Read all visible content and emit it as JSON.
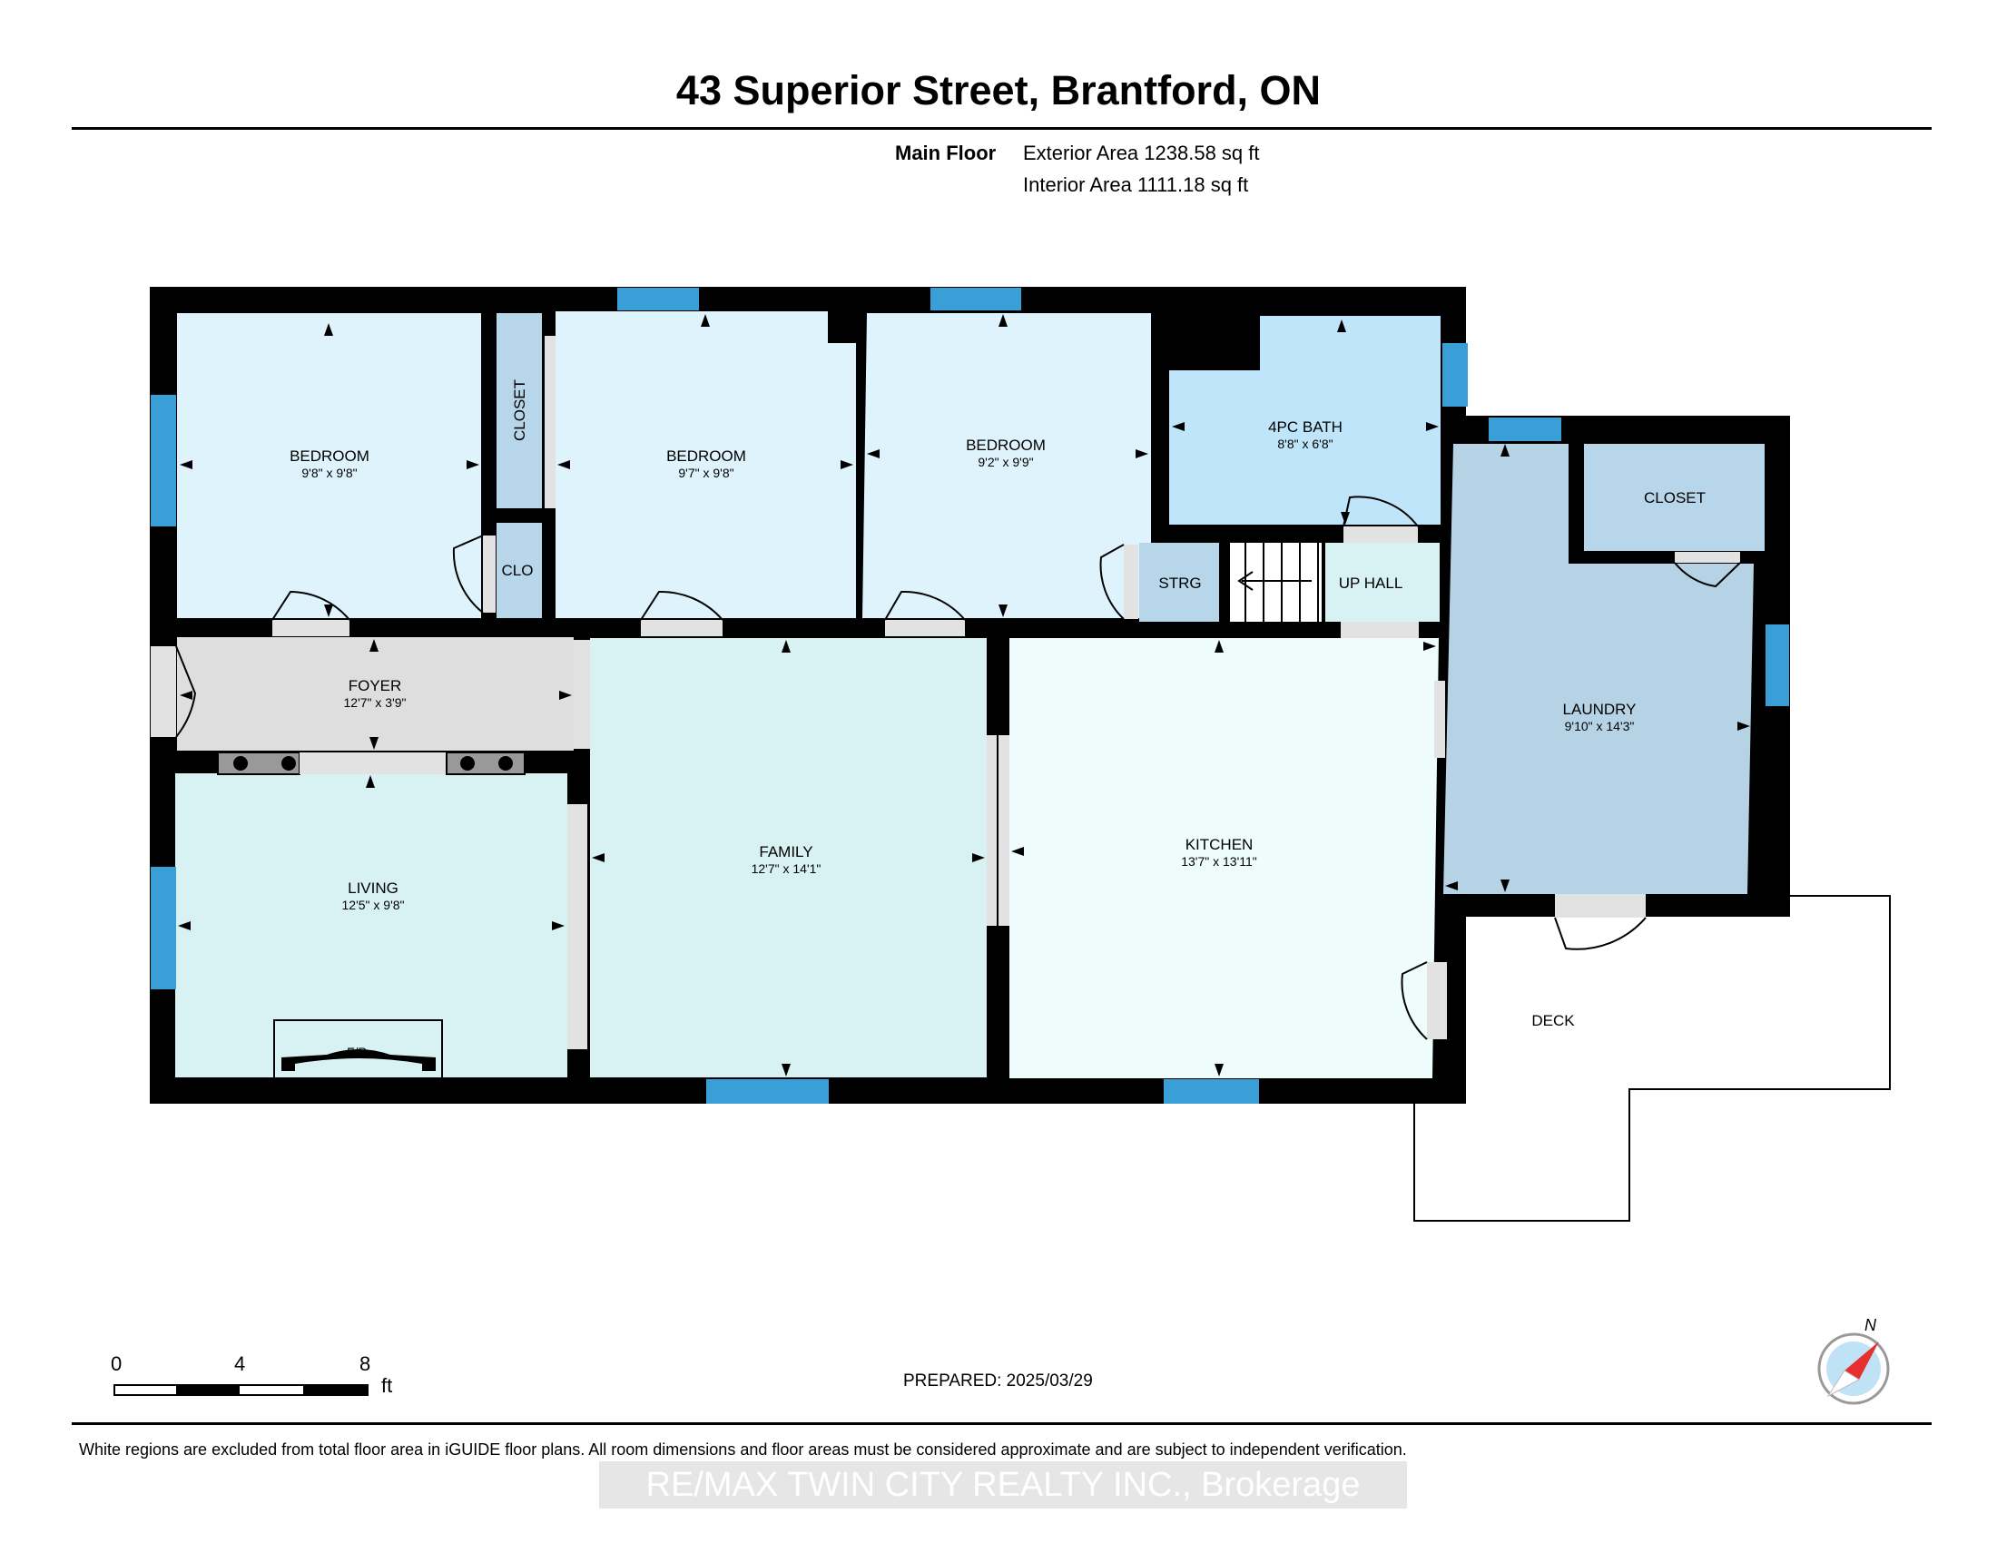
{
  "title": "43 Superior Street, Brantford, ON",
  "floor": {
    "name": "Main Floor",
    "exterior_area": "Exterior Area 1238.58 sq ft",
    "interior_area": "Interior Area 1111.18 sq ft"
  },
  "rooms": {
    "bedroom1": {
      "name": "BEDROOM",
      "dims": "9'8\" x 9'8\""
    },
    "closet1": {
      "name": "CLOSET"
    },
    "clo": {
      "name": "CLO"
    },
    "bedroom2": {
      "name": "BEDROOM",
      "dims": "9'7\" x 9'8\""
    },
    "bedroom3": {
      "name": "BEDROOM",
      "dims": "9'2\" x 9'9\""
    },
    "bath": {
      "name": "4PC BATH",
      "dims": "8'8\" x 6'8\""
    },
    "strg": {
      "name": "STRG"
    },
    "uphall": {
      "name": "UP HALL"
    },
    "closet2": {
      "name": "CLOSET"
    },
    "foyer": {
      "name": "FOYER",
      "dims": "12'7\" x 3'9\""
    },
    "laundry": {
      "name": "LAUNDRY",
      "dims": "9'10\" x 14'3\""
    },
    "living": {
      "name": "LIVING",
      "dims": "12'5\" x 9'8\""
    },
    "family": {
      "name": "FAMILY",
      "dims": "12'7\" x 14'1\""
    },
    "kitchen": {
      "name": "KITCHEN",
      "dims": "13'7\" x 13'11\""
    },
    "fireplace": {
      "name": "F/P"
    },
    "deck": {
      "name": "DECK"
    }
  },
  "scale": {
    "tick0": "0",
    "tick4": "4",
    "tick8": "8",
    "unit": "ft"
  },
  "prepared": "PREPARED: 2025/03/29",
  "compass_label": "N",
  "disclaimer": "White regions are excluded from total floor area in iGUIDE floor plans. All room dimensions and floor areas must be considered approximate and are subject to independent verification.",
  "brokerage": "RE/MAX TWIN CITY REALTY INC., Brokerage",
  "colors": {
    "bedroom": "#def3fc",
    "bath": "#bfe5fa",
    "closet": "#b8d6ea",
    "laundry": "#b6d3e6",
    "foyer": "#dedede",
    "living": "#d8f1f3",
    "kitchen": "#eefcfb",
    "wall": "#000000",
    "window": "#3a9fd6"
  }
}
